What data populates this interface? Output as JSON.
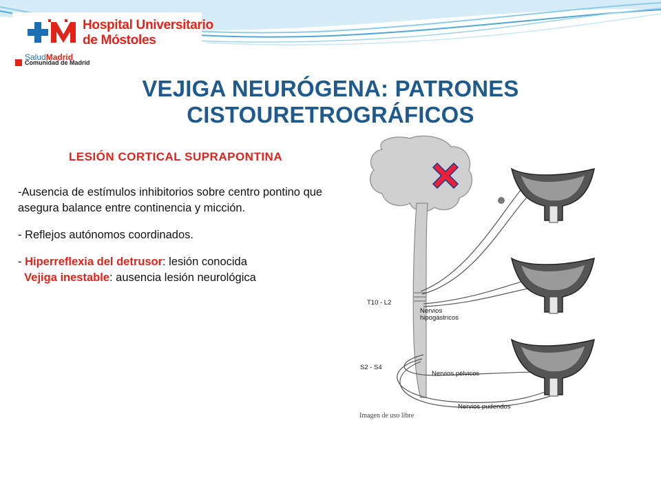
{
  "logo": {
    "line1": "Hospital Universitario",
    "line2": "de Móstoles",
    "brand_salud": "Salud",
    "brand_madrid": "Madrid",
    "community": "Comunidad de Madrid",
    "colors": {
      "red": "#e2231a",
      "blue": "#1a6fb5"
    }
  },
  "title": "VEJIGA NEURÓGENA: PATRONES CISTOURETROGRÁFICOS",
  "section": {
    "heading": "LESIÓN CORTICAL SUPRAPONTINA",
    "para1": "-Ausencia de estímulos inhibitorios sobre centro pontino que asegura balance entre continencia y micción.",
    "para2": "- Reflejos autónomos coordinados.",
    "para3": {
      "prefix": "- ",
      "term": "Hiperreflexia del detrusor",
      "rest": ": lesión conocida"
    },
    "para4": {
      "term": "Vejiga inestable",
      "rest": ": ausencia lesión neurológica"
    }
  },
  "figure": {
    "labels": {
      "t10": "T10 - L2",
      "hipo1": "Nervios",
      "hipo2": "hipogástricos",
      "s2": "S2 - S4",
      "pelvic": "Nervios pélvicos",
      "pudendal": "Nervios pudendos"
    },
    "credit": "Imagen de uso libre",
    "marker_color": "#e8203a"
  },
  "colors": {
    "title": "#1e5a8c",
    "accent": "#e2231a"
  }
}
